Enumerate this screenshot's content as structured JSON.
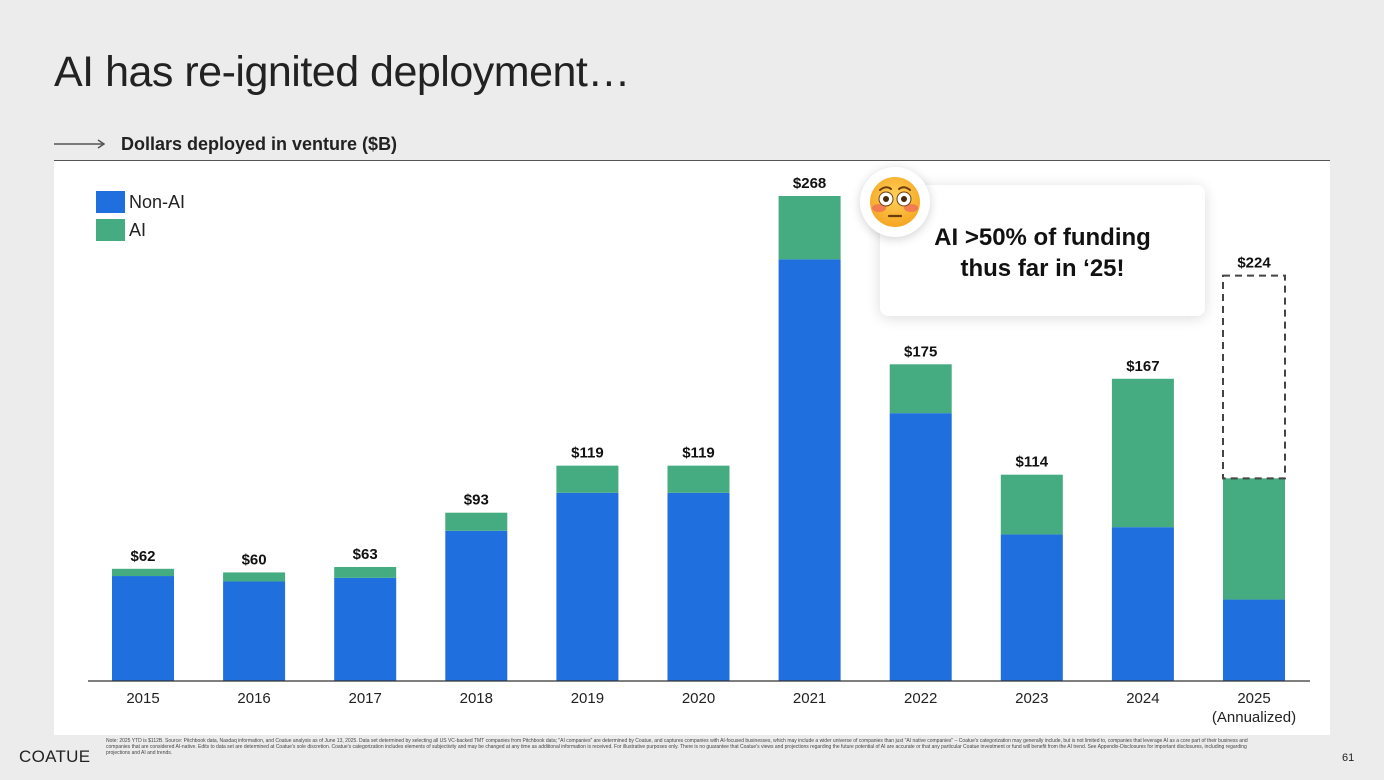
{
  "slide": {
    "title": "AI has re-ignited deployment…",
    "subtitle": "Dollars deployed in venture ($B)",
    "callout": "AI >50% of funding\nthus far in ‘25!",
    "emoji": "flushed-face-emoji",
    "logo": "COATUE",
    "page_number": "61",
    "footnote": "Note: 2025 YTD is $112B. Source: Pitchbook data, Nasdaq information, and Coatue analysis as of June 13, 2025. Data set determined by selecting all US VC-backed TMT companies from Pitchbook data; \"AI companies\" are determined by Coatue, and captures companies with AI-focused businesses, which may include a wider universe of companies than just \"AI native companies\" – Coatue's categorization may generally include, but is not limited to, companies that leverage AI as a core part of their business and companies that are considered AI-native. Edits to data set are determined at Coatue's sole discretion. Coatue's categorization includes elements of subjectivity and may be changed at any time as additional information is received. For illustrative purposes only. There is no guarantee that Coatue's views and projections regarding the future potential of AI are accurate or that any particular Coatue investment or fund will benefit from the AI trend. See Appendix-Disclosures for important disclosures, including regarding projections and AI and trends."
  },
  "colors": {
    "non_ai": "#1f6fde",
    "ai": "#45ab80",
    "axis": "#333333",
    "dashed": "#444444"
  },
  "chart_data": {
    "type": "bar",
    "stacked": true,
    "categories": [
      "2015",
      "2016",
      "2017",
      "2018",
      "2019",
      "2020",
      "2021",
      "2022",
      "2023",
      "2024",
      "2025\n(Annualized)"
    ],
    "series": [
      {
        "name": "Non-AI",
        "values": [
          58,
          55,
          57,
          83,
          104,
          104,
          233,
          148,
          81,
          85,
          45
        ]
      },
      {
        "name": "AI",
        "values": [
          4,
          5,
          6,
          10,
          15,
          15,
          35,
          27,
          33,
          82,
          67
        ]
      }
    ],
    "projected_remainder": {
      "category": "2025\n(Annualized)",
      "value": 112
    },
    "totals": [
      "$62",
      "$60",
      "$63",
      "$93",
      "$119",
      "$119",
      "$268",
      "$175",
      "$114",
      "$167",
      "$224"
    ],
    "ylim": [
      0,
      268
    ],
    "legend_position": "top-left"
  }
}
